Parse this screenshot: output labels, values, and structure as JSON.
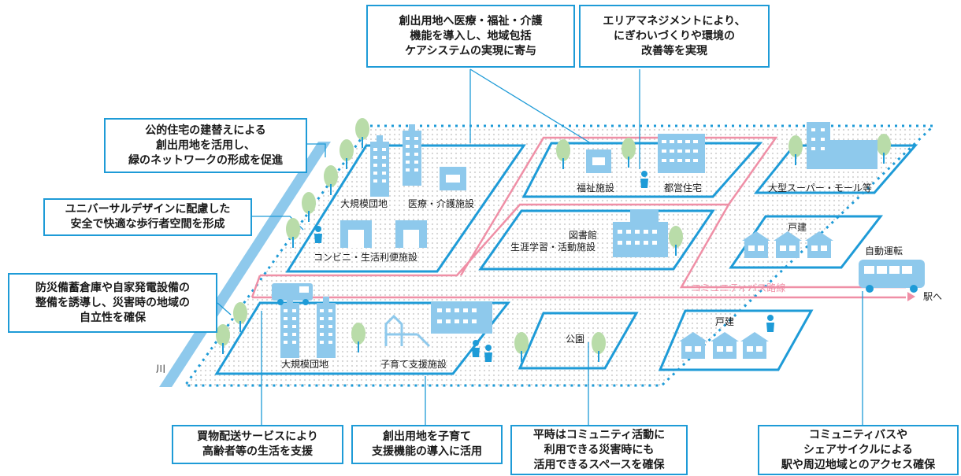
{
  "callouts": {
    "top_medical": [
      "創出用地へ医療・福祉・介護",
      "機能を導入し、地域包括",
      "ケアシステムの実現に寄与"
    ],
    "top_area": [
      "エリアマネジメントにより、",
      "にぎわいづくりや環境の",
      "改善等を実現"
    ],
    "left_green": [
      "公的住宅の建替えによる",
      "創出用地を活用し、",
      "緑のネットワークの形成を促進"
    ],
    "left_universal": [
      "ユニバーサルデザインに配慮した",
      "安全で快適な歩行者空間を形成"
    ],
    "left_disaster": [
      "防災備蓄倉庫や自家発電設備の",
      "整備を誘導し、災害時の地域の",
      "自立性を確保"
    ],
    "bottom_shopping": [
      "買物配送サービスにより",
      "高齢者等の生活を支援"
    ],
    "bottom_childcare": [
      "創出用地を子育て",
      "支援機能の導入に活用"
    ],
    "bottom_park": [
      "平時はコミュニティ活動に",
      "利用できる災害時にも",
      "活用できるスペースを確保"
    ],
    "bottom_bus": [
      "コミュニティバスや",
      "シェアサイクルによる",
      "駅や周辺地域とのアクセス確保"
    ]
  },
  "labels": {
    "large_housing_top": "大規模団地",
    "medical_care": "医療・介護施設",
    "convenience": "コンビニ・生活利便施設",
    "welfare": "福祉施設",
    "metro_housing": "都営住宅",
    "library": "図書館",
    "lifelong": "生涯学習・活動施設",
    "supermarket": "大型スーパー・モール等",
    "detached_top": "戸建",
    "detached_bottom": "戸建",
    "auto_drive": "自動運転",
    "bus_route": "コミュニティバス路線",
    "to_station": "駅へ",
    "large_housing_bottom": "大規模団地",
    "childcare": "子育て支援施設",
    "park": "公園",
    "river": "川"
  },
  "colors": {
    "blue": "#1e9bd7",
    "light_blue": "#8ec9ec",
    "tree_green": "#b9dca9",
    "pink": "#ef8fa6",
    "dot_gray": "#d4d4d4"
  }
}
